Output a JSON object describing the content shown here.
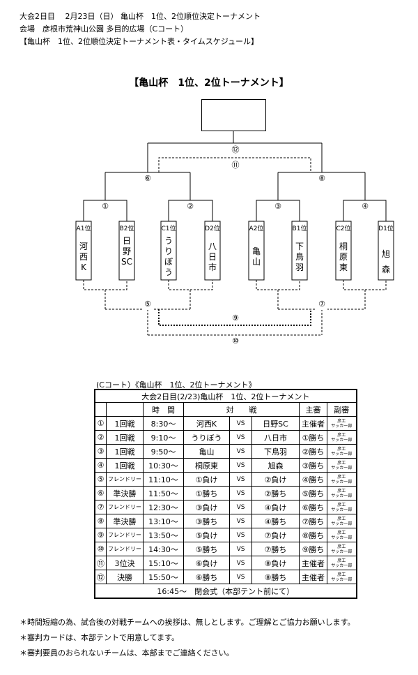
{
  "header": {
    "line1": "大会2日目　 2月23日（日） 亀山杯　1位、2位順位決定トーナメント",
    "line2": "会場　彦根市荒神山公園 多目的広場（Cコート）",
    "line3": "【亀山杯　1位、2位順位決定トーナメント表・タイムスケジュール】"
  },
  "bracket": {
    "title": "【亀山杯　1位、2位トーナメント】",
    "teams": [
      {
        "seed": "A1位",
        "name": "河西K"
      },
      {
        "seed": "B2位",
        "name": "日野SC"
      },
      {
        "seed": "C1位",
        "name": "うりぼう"
      },
      {
        "seed": "D2位",
        "name": "八日市"
      },
      {
        "seed": "A2位",
        "name": "亀山"
      },
      {
        "seed": "B1位",
        "name": "下鳥羽"
      },
      {
        "seed": "C2位",
        "name": "桐原東"
      },
      {
        "seed": "D1位",
        "name": "旭森"
      }
    ],
    "match_numbers": [
      "①",
      "②",
      "③",
      "④",
      "⑤",
      "⑥",
      "⑦",
      "⑧",
      "⑨",
      "⑩",
      "⑪",
      "⑫"
    ]
  },
  "schedule": {
    "caption": "(Cコート）《亀山杯　1位、2位トーナメント》",
    "title": "大会2日目(2/23)亀山杯　1位、2位トーナメント",
    "headers": {
      "time": "時　間",
      "match": "対　　戦",
      "referee": "主審",
      "assistant": "副審"
    },
    "rows": [
      {
        "no": "①",
        "type": "1回戦",
        "time": "8:30〜",
        "home": "河西K",
        "vs": "VS",
        "away": "日野SC",
        "ref": "主催者",
        "assistant": "彦工\nサッカー部"
      },
      {
        "no": "②",
        "type": "1回戦",
        "time": "9:10〜",
        "home": "うりぼう",
        "vs": "VS",
        "away": "八日市",
        "ref": "①勝ち",
        "assistant": "彦工\nサッカー部"
      },
      {
        "no": "③",
        "type": "1回戦",
        "time": "9:50〜",
        "home": "亀山",
        "vs": "VS",
        "away": "下鳥羽",
        "ref": "②勝ち",
        "assistant": "彦工\nサッカー部"
      },
      {
        "no": "④",
        "type": "1回戦",
        "time": "10:30〜",
        "home": "桐原東",
        "vs": "VS",
        "away": "旭森",
        "ref": "③勝ち",
        "assistant": "彦工\nサッカー部"
      },
      {
        "no": "⑤",
        "type": "フレンドリー",
        "time": "11:10〜",
        "home": "①負け",
        "vs": "VS",
        "away": "②負け",
        "ref": "④勝ち",
        "assistant": "彦工\nサッカー部"
      },
      {
        "no": "⑥",
        "type": "準決勝",
        "time": "11:50〜",
        "home": "①勝ち",
        "vs": "VS",
        "away": "②勝ち",
        "ref": "⑤勝ち",
        "assistant": "彦工\nサッカー部"
      },
      {
        "no": "⑦",
        "type": "フレンドリー",
        "time": "12:30〜",
        "home": "③負け",
        "vs": "VS",
        "away": "④負け",
        "ref": "⑥勝ち",
        "assistant": "彦工\nサッカー部"
      },
      {
        "no": "⑧",
        "type": "準決勝",
        "time": "13:10〜",
        "home": "③勝ち",
        "vs": "VS",
        "away": "④勝ち",
        "ref": "⑦勝ち",
        "assistant": "彦工\nサッカー部"
      },
      {
        "no": "⑨",
        "type": "フレンドリー",
        "time": "13:50〜",
        "home": "⑤負け",
        "vs": "VS",
        "away": "⑦負け",
        "ref": "⑧勝ち",
        "assistant": "彦工\nサッカー部"
      },
      {
        "no": "⑩",
        "type": "フレンドリー",
        "time": "14:30〜",
        "home": "⑤勝ち",
        "vs": "VS",
        "away": "⑦勝ち",
        "ref": "⑨勝ち",
        "assistant": "彦工\nサッカー部"
      },
      {
        "no": "⑪",
        "type": "3位決",
        "time": "15:10〜",
        "home": "⑥負け",
        "vs": "VS",
        "away": "⑧負け",
        "ref": "主催者",
        "assistant": "彦工\nサッカー部"
      },
      {
        "no": "⑫",
        "type": "決勝",
        "time": "15:50〜",
        "home": "⑥勝ち",
        "vs": "VS",
        "away": "⑧勝ち",
        "ref": "主催者",
        "assistant": "彦工\nサッカー部"
      }
    ],
    "closing": "16:45〜　閉会式（本部テント前にて）"
  },
  "notes": [
    "＊時間短縮の為、試合後の対戦チームへの挨拶は、無しとします。ご理解とご協力お願いします。",
    "＊審判カードは、本部テントで用意してます。",
    "＊審判要員のおられないチームは、本部までご連絡ください。"
  ]
}
